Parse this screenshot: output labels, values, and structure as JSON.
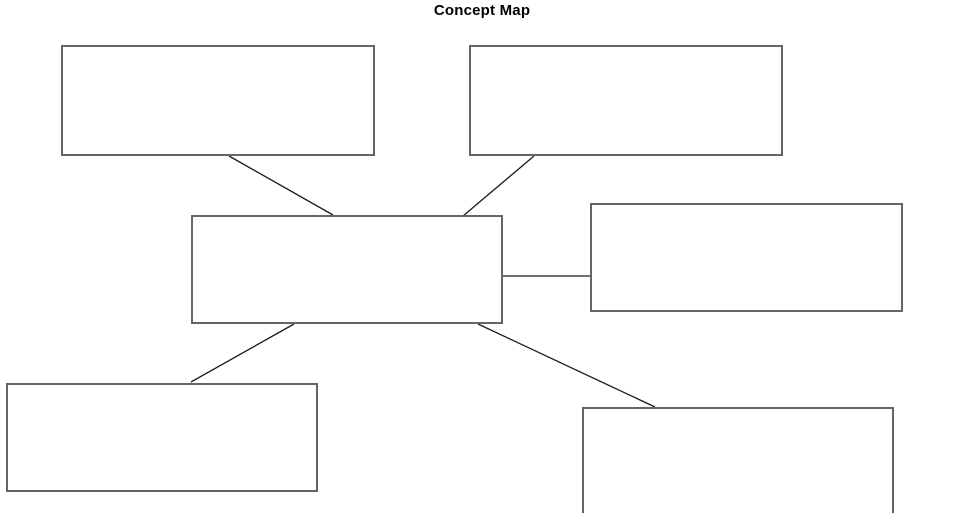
{
  "title": "Concept Map",
  "colors": {
    "background": "#ffffff",
    "node_fill": "#ffffff",
    "node_border": "#666666",
    "connector": "#1a1a1a",
    "title_color": "#000000"
  },
  "nodes": [
    {
      "id": "top-left",
      "label": ""
    },
    {
      "id": "top-right",
      "label": ""
    },
    {
      "id": "center",
      "label": ""
    },
    {
      "id": "right",
      "label": ""
    },
    {
      "id": "bottom-left",
      "label": ""
    },
    {
      "id": "bottom-right",
      "label": ""
    }
  ],
  "edges": [
    {
      "from": "top-left",
      "to": "center"
    },
    {
      "from": "top-right",
      "to": "center"
    },
    {
      "from": "center",
      "to": "right"
    },
    {
      "from": "center",
      "to": "bottom-left"
    },
    {
      "from": "center",
      "to": "bottom-right"
    }
  ]
}
